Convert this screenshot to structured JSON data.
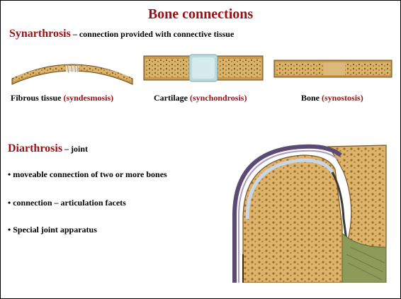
{
  "title": "Bone connections",
  "synarthrosis": {
    "term": "Synarthrosis",
    "description": " – connection provided with connective tissue",
    "captions": [
      {
        "plain": "Fibrous tissue ",
        "red": "(syndesmosis)"
      },
      {
        "plain": "Cartilage ",
        "red": "(synchondrosis)"
      },
      {
        "plain": "Bone ",
        "red": "(synostosis)"
      }
    ]
  },
  "diarthrosis": {
    "term": "Diarthrosis",
    "description": " – joint",
    "bullets": [
      "• moveable connection of two or more bones",
      "• connection – articulation facets",
      "• Special joint apparatus"
    ]
  },
  "colors": {
    "accent_red": "#9b0f14",
    "bone": "#d7b36b",
    "bone_dark": "#9a6b2e",
    "cartilage": "#bcd9dc",
    "capsule": "#5b4a74"
  },
  "images": [
    "syndesmosis-illustration",
    "synchondrosis-illustration",
    "synostosis-illustration",
    "joint-cross-section-illustration"
  ]
}
